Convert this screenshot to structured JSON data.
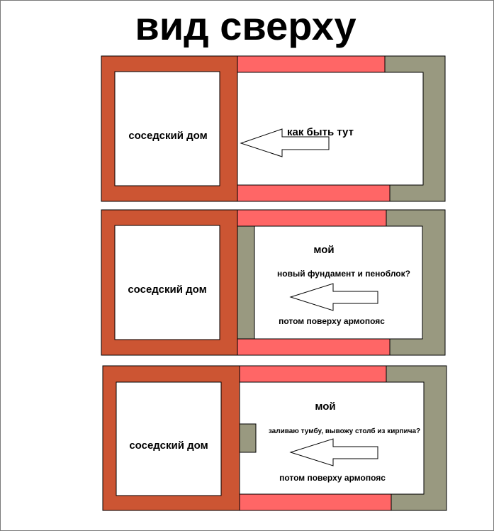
{
  "title": "вид сверху",
  "colors": {
    "brick": "#cc5533",
    "pink": "#ff6666",
    "olive": "#999980",
    "outline": "#000000"
  },
  "panels": [
    {
      "neighbor_label": "соседский дом",
      "arrow_label": "как быть тут"
    },
    {
      "neighbor_label": "соседский дом",
      "owner_label": "мой",
      "question": "новый фундамент и пеноблок?",
      "note": "потом поверху армопояс"
    },
    {
      "neighbor_label": "соседский дом",
      "owner_label": "мой",
      "question": "заливаю тумбу, вывожу столб из кирпича?",
      "note": "потом поверху армопояс"
    }
  ]
}
